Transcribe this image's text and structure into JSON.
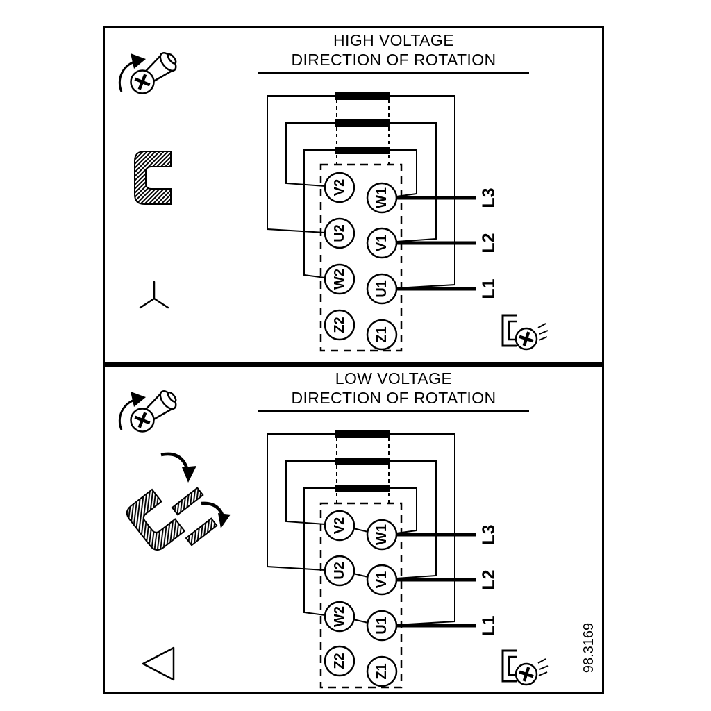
{
  "colors": {
    "ink": "#000000",
    "paper": "#ffffff"
  },
  "panels": {
    "high": {
      "title_line1": "HIGH VOLTAGE",
      "title_line2": "DIRECTION OF ROTATION",
      "connection": "star",
      "terminals_left": [
        "V2",
        "U2",
        "W2",
        "Z2"
      ],
      "terminals_right": [
        "W1",
        "V1",
        "U1",
        "Z1"
      ],
      "supply_lines": [
        "L3",
        "L2",
        "L1"
      ],
      "icons": [
        "unscrew-screw-icon",
        "jumper-link-icon",
        "star-symbol-icon",
        "terminal-screw-clamp-icon"
      ]
    },
    "low": {
      "title_line1": "LOW VOLTAGE",
      "title_line2": "DIRECTION OF ROTATION",
      "connection": "delta",
      "terminals_left": [
        "V2",
        "U2",
        "W2",
        "Z2"
      ],
      "terminals_right": [
        "W1",
        "V1",
        "U1",
        "Z1"
      ],
      "supply_lines": [
        "L3",
        "L2",
        "L1"
      ],
      "figure_number": "98.3169",
      "icons": [
        "unscrew-screw-icon",
        "move-jumpers-icon",
        "delta-symbol-icon",
        "terminal-screw-clamp-icon"
      ]
    }
  }
}
